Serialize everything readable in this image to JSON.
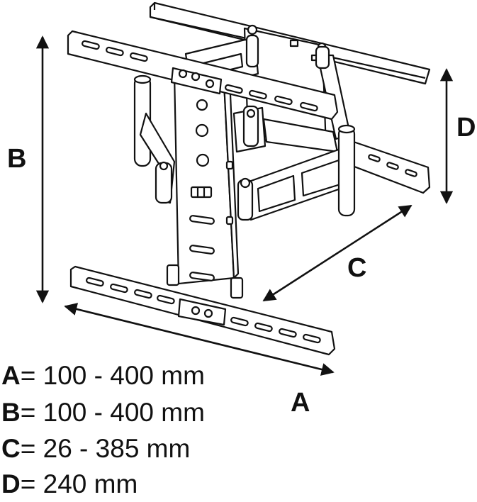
{
  "diagram": {
    "labels": {
      "a": "A",
      "b": "B",
      "c": "C",
      "d": "D"
    }
  },
  "specs": [
    {
      "key": "A",
      "text": "= 100 - 400 mm"
    },
    {
      "key": "B",
      "text": "= 100 - 400 mm"
    },
    {
      "key": "C",
      "text": "= 26 - 385 mm"
    },
    {
      "key": "D",
      "text": "= 240 mm"
    }
  ]
}
